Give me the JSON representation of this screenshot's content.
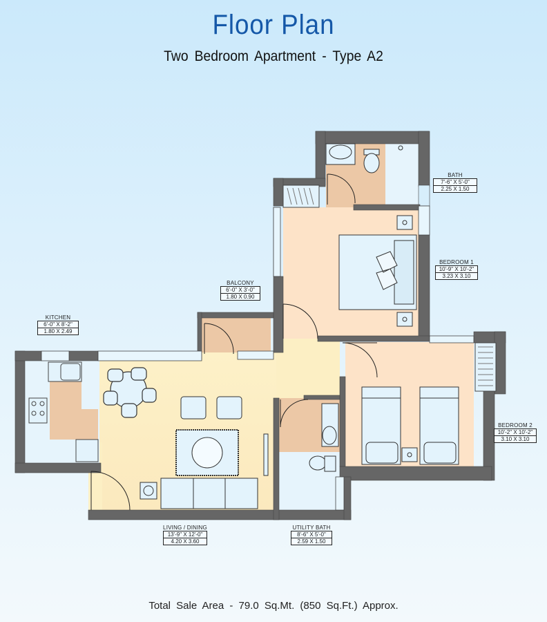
{
  "header": {
    "title": "Floor Plan",
    "subtitle": "Two Bedroom Apartment - Type A2"
  },
  "rooms": {
    "bath": {
      "name": "BATH",
      "imperial": "7'-6\" X 5'-0\"",
      "metric": "2.25 X 1.50"
    },
    "bedroom1": {
      "name": "BEDROOM 1",
      "imperial": "10'-9\" X 10'-2\"",
      "metric": "3.23 X 3.10"
    },
    "balcony": {
      "name": "BALCONY",
      "imperial": "6'-0\" X 3'-0\"",
      "metric": "1.80 X 0.90"
    },
    "kitchen": {
      "name": "KITCHEN",
      "imperial": "6'-0\" X 8'-2\"",
      "metric": "1.80 X 2.49"
    },
    "bedroom2": {
      "name": "BEDROOM 2",
      "imperial": "10'-2\" X 10'-2\"",
      "metric": "3.10 X 3.10"
    },
    "living": {
      "name": "LIVING / DINING",
      "imperial": "13'-9\" X 12'-0\"",
      "metric": "4.20 X 3.60"
    },
    "utility_bath": {
      "name": "UTILITY BATH",
      "imperial": "8'-6\" X 5'-0\"",
      "metric": "2.59 X 1.50"
    }
  },
  "footer": {
    "total_area": "Total Sale Area - 79.0 Sq.Mt. (850 Sq.Ft.) Approx."
  },
  "colors": {
    "title": "#1558a8",
    "wall": "#666666",
    "bedroom_floor": "#fde3c8",
    "living_floor": "#fcefc4",
    "wet_floor": "#ecc8a6",
    "furniture": "#e3f3fc"
  }
}
